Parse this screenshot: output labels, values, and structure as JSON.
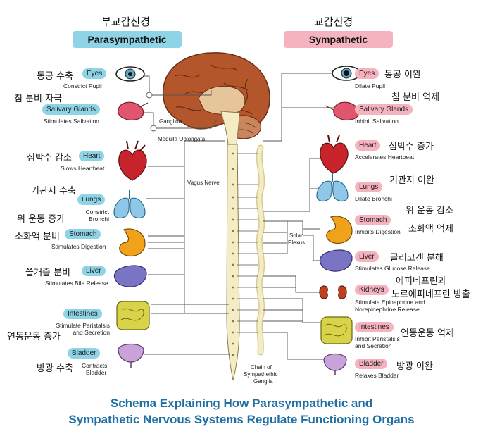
{
  "headers": {
    "para_kr": "부교감신경",
    "para_en": "Parasympathetic",
    "sym_kr": "교감신경",
    "sym_en": "Sympathetic"
  },
  "para": {
    "eyes": {
      "kr": "동공 수축",
      "pill": "Eyes",
      "desc": "Constrict Pupil"
    },
    "salivary": {
      "kr": "침 분비 자극",
      "pill": "Salivary Glands",
      "desc": "Stimulates Salivation"
    },
    "heart": {
      "kr": "심박수 감소",
      "pill": "Heart",
      "desc": "Slows Heartbeat"
    },
    "lungs": {
      "kr": "기관지 수축",
      "pill": "Lungs",
      "desc1": "Constrict",
      "desc2": "Bronchi"
    },
    "stomach": {
      "kr_top": "위 운동 증가",
      "kr": "소화액 분비",
      "pill": "Stomach",
      "desc": "Stimulates Digestion"
    },
    "liver": {
      "kr": "쓸개즙 분비",
      "pill": "Liver",
      "desc": "Stimulates Bile Release"
    },
    "intestines": {
      "kr": "연동운동 증가",
      "pill": "Intestines",
      "desc1": "Stimulate Peristalsis",
      "desc2": "and Secretion"
    },
    "bladder": {
      "kr": "방광 수축",
      "pill": "Bladder",
      "desc1": "Contracts",
      "desc2": "Bladder"
    }
  },
  "sym": {
    "eyes": {
      "kr": "동공 이완",
      "pill": "Eyes",
      "desc": "Dilate Pupil"
    },
    "salivary": {
      "kr": "침 분비 억제",
      "pill": "Salivary Glands",
      "desc": "Inhibit Salivation"
    },
    "heart": {
      "kr": "심박수 증가",
      "pill": "Heart",
      "desc": "Accelerates Heartbeat"
    },
    "lungs": {
      "kr": "기관지 이완",
      "pill": "Lungs",
      "desc": "Dilate Bronchi"
    },
    "stomach": {
      "kr_top": "위 운동 감소",
      "kr": "소화액 억제",
      "pill": "Stomach",
      "desc": "Inhibits Digestion"
    },
    "liver": {
      "kr": "글리코겐 분해",
      "pill": "Liver",
      "desc": "Stimulates Glucose Release"
    },
    "kidneys": {
      "kr1": "에피네프린과",
      "kr2": "노르에피네프린 방출",
      "pill": "Kidneys",
      "desc1": "Stimulate Epinephrine and",
      "desc2": "Norepinephrine Release"
    },
    "intestines": {
      "kr": "연동운동 억제",
      "pill": "Intestines",
      "desc1": "Inhibit Peristalsis",
      "desc2": "and Secretion"
    },
    "bladder": {
      "kr": "방광 이완",
      "pill": "Bladder",
      "desc": "Relaxes Bladder"
    }
  },
  "labels": {
    "ganglion": "Ganglion",
    "medulla": "Medulla Oblongata",
    "vagus": "Vagus Nerve",
    "solar1": "Solar",
    "solar2": "Plexus",
    "chain1": "Chain of",
    "chain2": "Sympathethic",
    "chain3": "Ganglia"
  },
  "title": {
    "line1": "Schema Explaining How Parasympathetic and",
    "line2": "Sympathetic Nervous Systems Regulate Functioning Organs"
  },
  "colors": {
    "para_pill": "#8fd3e6",
    "sym_pill": "#f5b3bf",
    "brain": "#b4562b",
    "spine": "#f3ecc4",
    "title": "#1f6fa3"
  }
}
